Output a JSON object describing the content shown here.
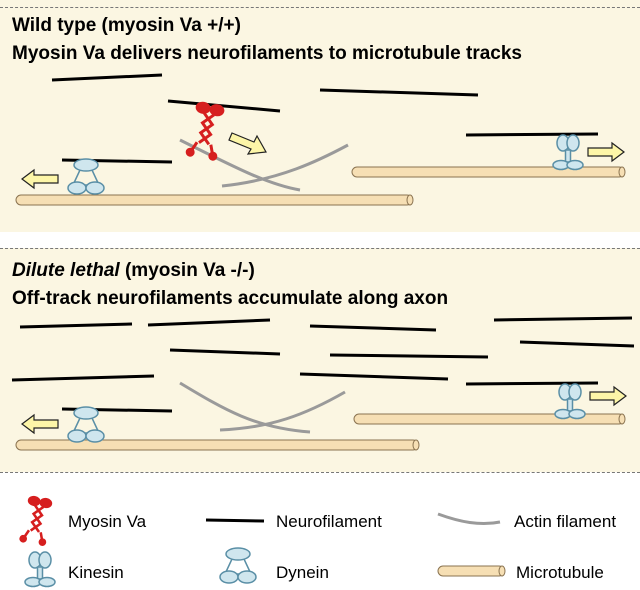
{
  "panels": [
    {
      "title_line1": "Wild type (myosin Va +/+)",
      "title_line2": "Myosin Va delivers neurofilaments to microtubule tracks"
    },
    {
      "title_line1_italic": "Dilute lethal",
      "title_line1_rest": " (myosin Va -/-)",
      "title_line2": "Off-track neurofilaments accumulate along axon"
    }
  ],
  "legend": {
    "myosin": "Myosin Va",
    "neurofilament": "Neurofilament",
    "actin": "Actin filament",
    "kinesin": "Kinesin",
    "dynein": "Dynein",
    "microtubule": "Microtubule"
  },
  "colors": {
    "panel_bg": "#fbf6e2",
    "microtubule_fill": "#f6dfb4",
    "motor_fill": "#cfe6ee",
    "motor_stroke": "#5a8fa6",
    "myosin": "#d61f1f",
    "arrow_fill": "#fdf6a8",
    "neurofilament": "#000000",
    "actin": "#9a9a9a"
  },
  "icons": [
    "myosin-va-icon",
    "kinesin-icon",
    "dynein-icon",
    "arrow-icon"
  ]
}
